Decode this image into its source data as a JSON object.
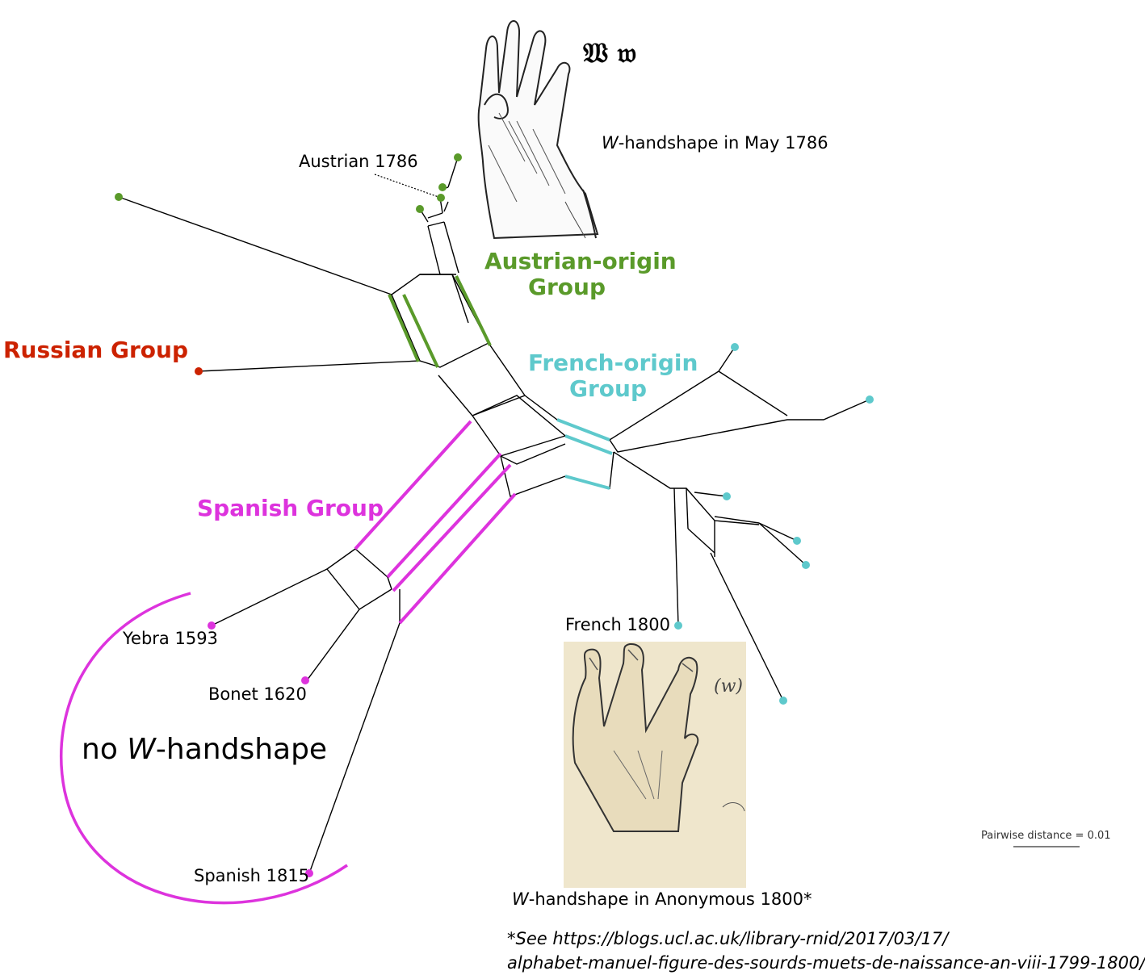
{
  "colors": {
    "austrian": "#5a9a2a",
    "russian": "#cc2200",
    "french": "#5ec9cc",
    "spanish": "#dd33dd",
    "branch": "#000000"
  },
  "groups": {
    "austrian": [
      "Austrian-origin",
      "Group"
    ],
    "russian": "Russian Group",
    "french": [
      "French-origin",
      "Group"
    ],
    "spanish": "Spanish Group"
  },
  "leaves": {
    "austrian_1786": "Austrian 1786",
    "yebra": "Yebra 1593",
    "bonet": "Bonet 1620",
    "spanish_1815": "Spanish 1815",
    "french_1800": "French 1800"
  },
  "captions": {
    "top_letter": "W",
    "top_letter_fraktur": "𝔚 𝔴",
    "top_italic": "W",
    "top_rest": "-handshape in May 1786",
    "bottom_italic": "W",
    "bottom_rest": "-handshape in Anonymous 1800*",
    "no_prefix": "no ",
    "no_italic": "W",
    "no_rest": "-handshape",
    "handwritten_mark": "(w)"
  },
  "footnote": [
    "*See https://blogs.ucl.ac.uk/library-rnid/2017/03/17/",
    "alphabet-manuel-figure-des-sourds-muets-de-naissance-an-viii-1799-1800/"
  ],
  "scale_label": "Pairwise distance = 0.01"
}
